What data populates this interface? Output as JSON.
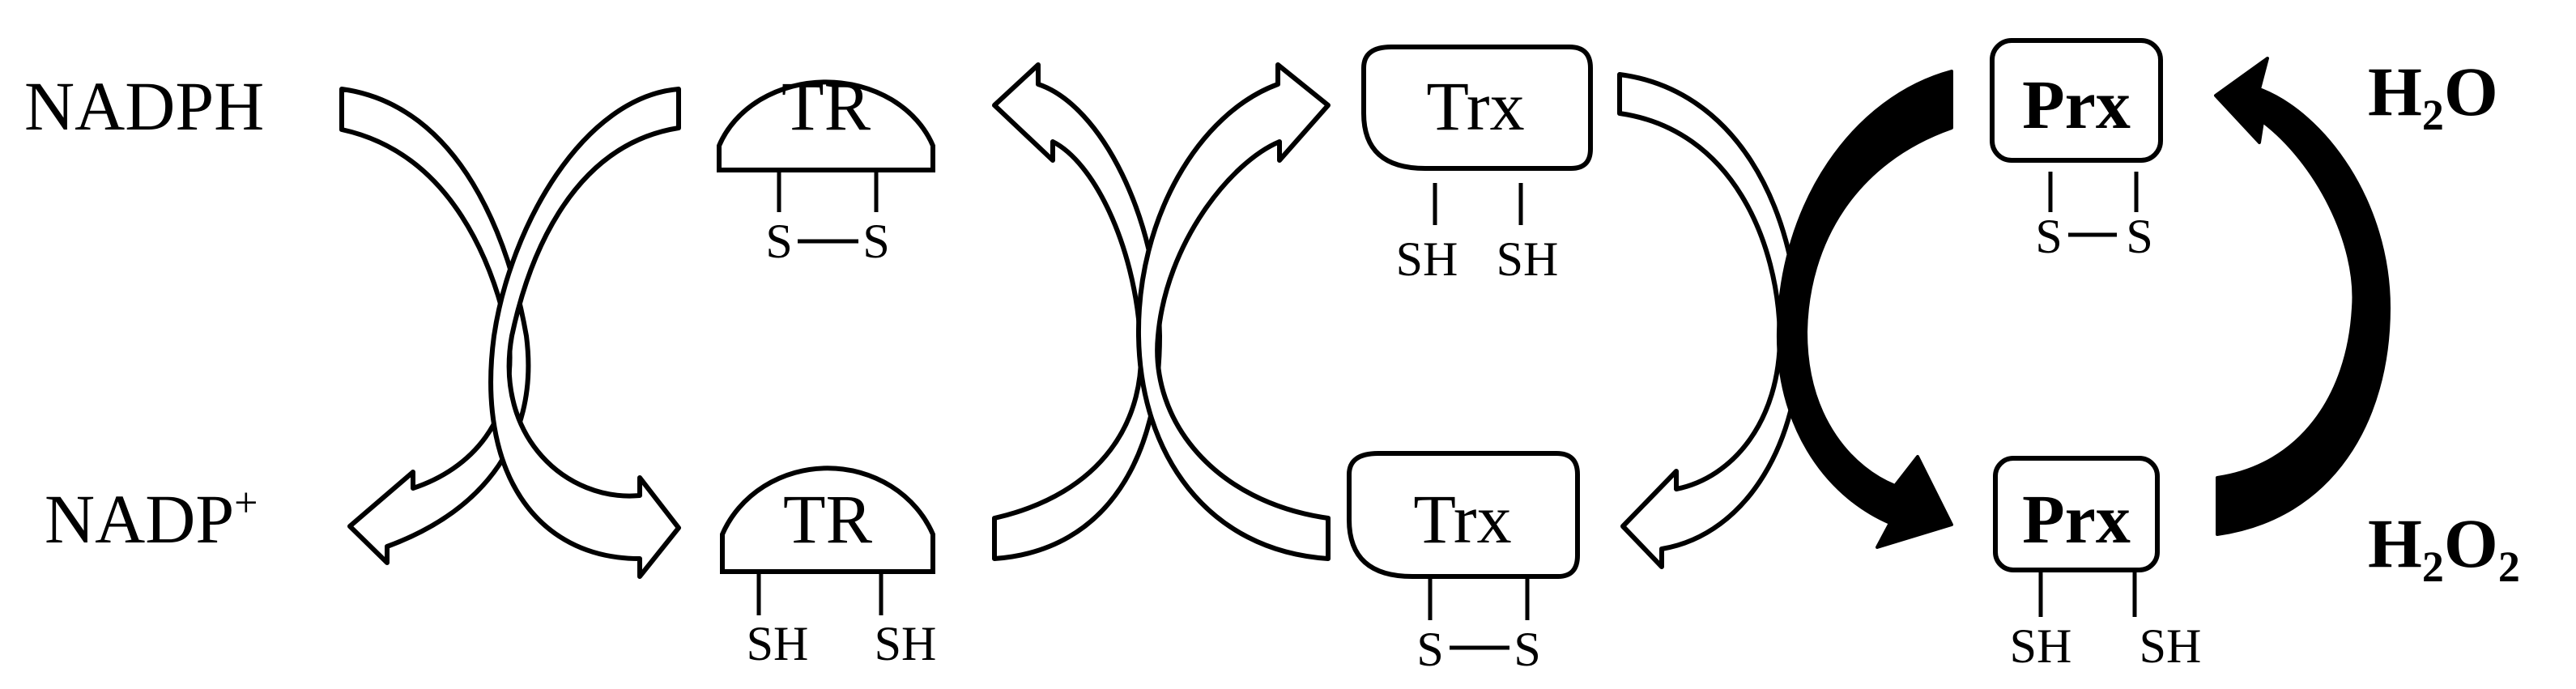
{
  "labels": {
    "nadph": "NADPH",
    "nadp": "NADP",
    "nadp_sup": "+",
    "h2o_h": "H",
    "h2o_sub": "2",
    "h2o_o": "O",
    "h2o2_h": "H",
    "h2o2_sub1": "2",
    "h2o2_o": "O",
    "h2o2_sub2": "2"
  },
  "enzymes": {
    "tr_oxidized": "TR",
    "tr_reduced": "TR",
    "trx_reduced": "Trx",
    "trx_oxidized": "Trx",
    "prx_oxidized": "Prx",
    "prx_reduced": "Prx"
  },
  "sulfur": {
    "s": "S",
    "sh": "SH"
  },
  "colors": {
    "stroke": "#000000",
    "fill": "#ffffff",
    "solid_arrow": "#000000"
  }
}
